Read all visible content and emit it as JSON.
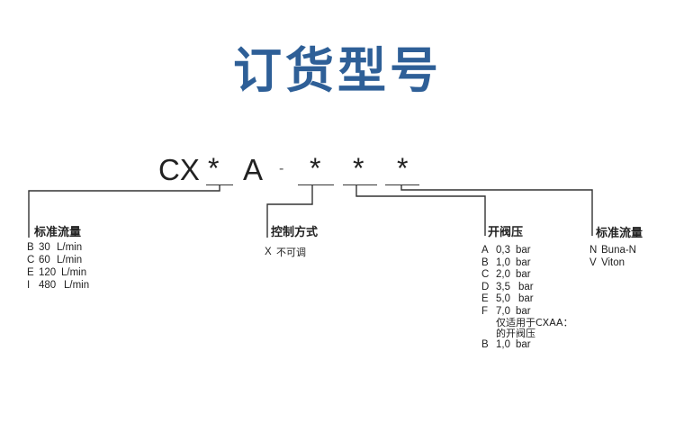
{
  "title": "订货型号",
  "model_code": [
    "CX",
    "*",
    "A",
    "-",
    "*",
    "*",
    "*"
  ],
  "groups": {
    "flow": {
      "title": "标准流量",
      "rows": [
        {
          "code": "B",
          "value": "30",
          "unit": "L/min"
        },
        {
          "code": "C",
          "value": "60",
          "unit": "L/min"
        },
        {
          "code": "E",
          "value": "120",
          "unit": "L/min"
        },
        {
          "code": "I",
          "value": "480",
          "unit": "L/min"
        }
      ]
    },
    "control": {
      "title": "控制方式",
      "rows": [
        {
          "code": "X",
          "value": "不可调"
        }
      ]
    },
    "pressure": {
      "title": "开阀压",
      "rows": [
        {
          "code": "A",
          "value": "0,3",
          "unit": "bar"
        },
        {
          "code": "B",
          "value": "1,0",
          "unit": "bar"
        },
        {
          "code": "C",
          "value": "2,0",
          "unit": "bar"
        },
        {
          "code": "D",
          "value": "3,5",
          "unit": "bar"
        },
        {
          "code": "E",
          "value": "5,0",
          "unit": "bar"
        },
        {
          "code": "F",
          "value": "7,0",
          "unit": "bar"
        }
      ],
      "note": [
        "仅适用于CXAA：",
        "的开阀压"
      ],
      "extra_row": {
        "code": "B",
        "value": "1,0",
        "unit": "bar"
      }
    },
    "seal": {
      "title": "标准流量",
      "rows": [
        {
          "code": "N",
          "value": "Buna-N"
        },
        {
          "code": "V",
          "value": "Viton"
        }
      ]
    }
  },
  "colors": {
    "title": "#2e5f97",
    "text": "#222222",
    "line": "#333333"
  }
}
